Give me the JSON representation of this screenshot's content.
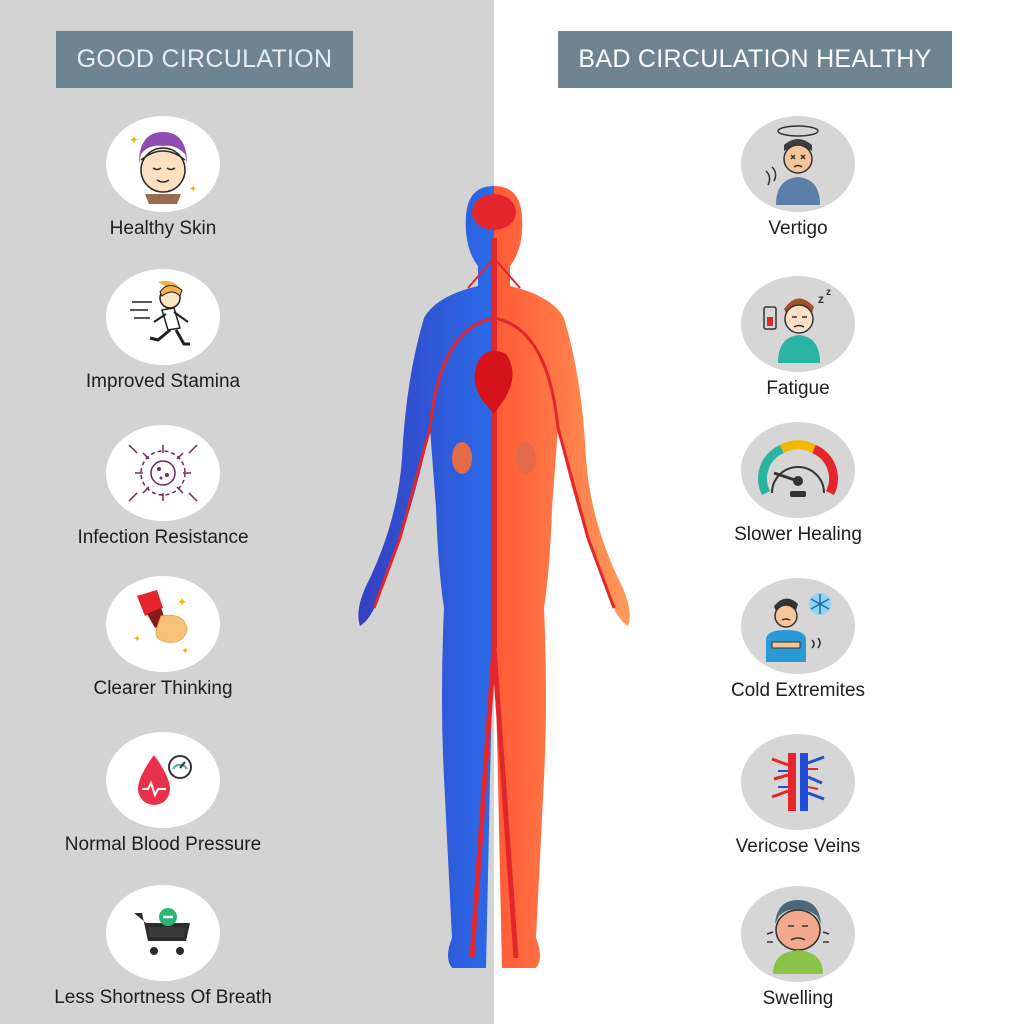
{
  "left_header": "GOOD CIRCULATION",
  "right_header": "BAD CIRCULATION HEALTHY",
  "good_items": [
    {
      "label": "Healthy Skin",
      "icon": "skin-face-icon"
    },
    {
      "label": "Improved Stamina",
      "icon": "running-person-icon"
    },
    {
      "label": "Infection Resistance",
      "icon": "virus-icon"
    },
    {
      "label": "Clearer Thinking",
      "icon": "brush-hand-icon"
    },
    {
      "label": "Normal Blood Pressure",
      "icon": "blood-drop-gauge-icon"
    },
    {
      "label": "Less Shortness Of Breath",
      "icon": "cart-minus-icon"
    }
  ],
  "bad_items": [
    {
      "label": "Vertigo",
      "icon": "dizzy-person-icon"
    },
    {
      "label": "Fatigue",
      "icon": "tired-person-icon"
    },
    {
      "label": "Slower Healing",
      "icon": "speedometer-icon"
    },
    {
      "label": "Cold Extremites",
      "icon": "cold-person-icon"
    },
    {
      "label": "Vericose Veins",
      "icon": "veins-icon"
    },
    {
      "label": "Swelling",
      "icon": "swollen-face-icon"
    }
  ],
  "colors": {
    "left_bg": "#d3d3d3",
    "header_bg": "#6e8591",
    "artery_red": "#e2262b",
    "vein_blue": "#1f4fd6",
    "body_orange": "#ff7a2a"
  }
}
